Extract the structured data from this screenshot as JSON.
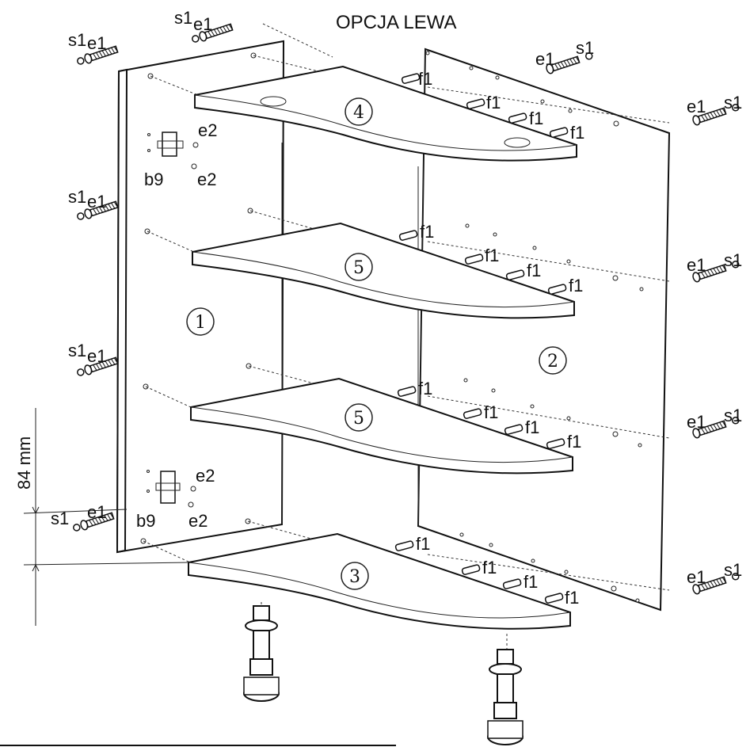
{
  "title": "OPCJA LEWA",
  "panel_numbers": {
    "side_left": "1",
    "side_right": "2",
    "bottom": "3",
    "top": "4",
    "shelf_upper": "5",
    "shelf_lower": "5"
  },
  "part_codes": {
    "screw": "e1",
    "washer": "s1",
    "dowel": "f1",
    "small_screw": "e2",
    "hinge_plate": "b9"
  },
  "dimension": "84 mm"
}
